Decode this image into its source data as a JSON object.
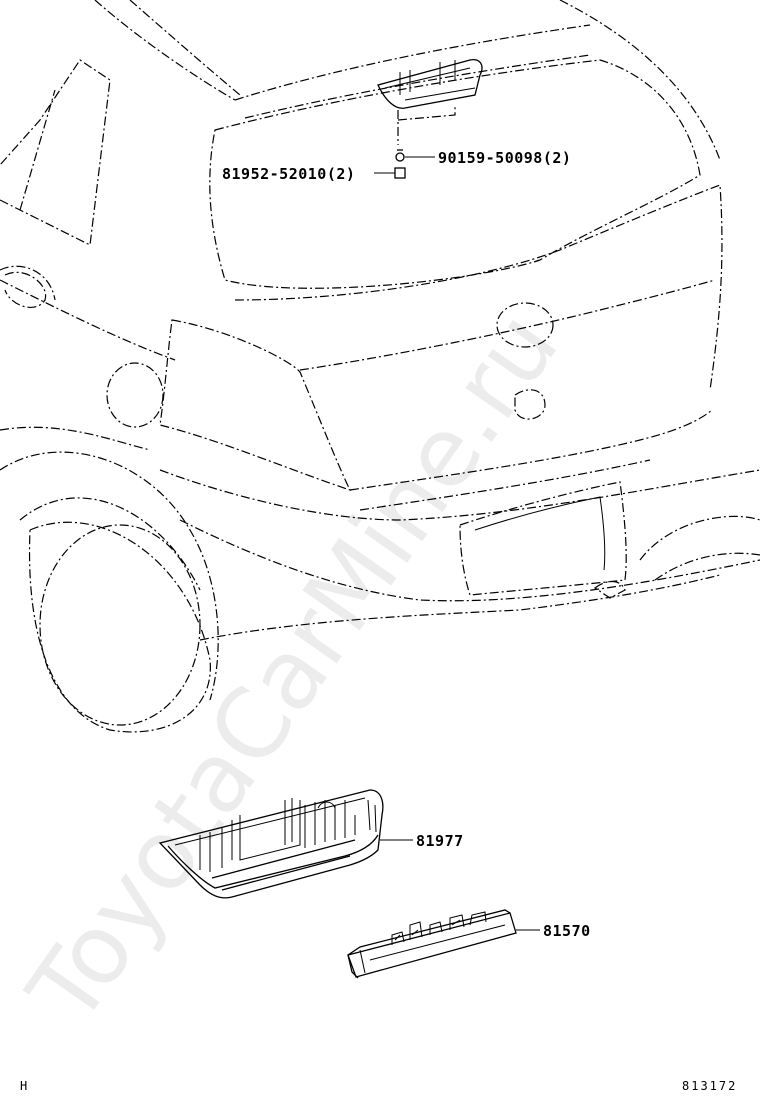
{
  "labels": {
    "bolt": "90159-50098(2)",
    "nut": "81952-52010(2)",
    "cover": "81977",
    "lamp": "81570"
  },
  "footer": {
    "left": "H",
    "right": "813172"
  },
  "watermark": "ToyotaCarMine.ru"
}
